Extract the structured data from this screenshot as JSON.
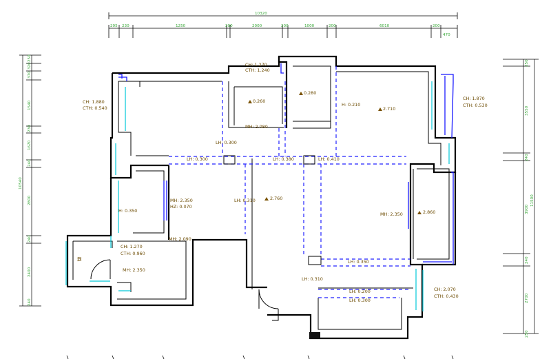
{
  "top_dims": {
    "total": "10320",
    "segments": [
      "295",
      "230",
      "1250",
      "200",
      "2000",
      "200",
      "1000",
      "200",
      "6010",
      "200",
      "470"
    ]
  },
  "left_dims": {
    "total": "10540",
    "segments": [
      "250",
      "320",
      "370",
      "1540",
      "230",
      "1670",
      "240",
      "2800",
      "240",
      "2400",
      "240"
    ]
  },
  "right_dims": {
    "total": "11500",
    "segments": [
      "250",
      "3550",
      "240",
      "3900",
      "240",
      "2700",
      "250"
    ]
  },
  "notes": {
    "ch_1880": "CH: 1.880",
    "cth_0540": "CTH: 0.540",
    "ch_1270_top": "CH: 1.270",
    "cth_1240": "CTH: 1.240",
    "lv_0260": "0.260",
    "lv_0280": "0.280",
    "h_0210": "H: 0.210",
    "lv_2710": "2.710",
    "ch_1870": "CH: 1.870",
    "cth_0530": "CTH: 0.530",
    "mh_2080_top": "MH: 2.080",
    "lh_0300": "LH: 0.300",
    "lh_0300b": "LH: 0.300",
    "lh_0380": "LH: 0.380",
    "lh_0410": "LH: 0.410",
    "mh_2350_left": "MH: 2.350",
    "hz_0070": "HZ: 0.070",
    "lh_0310": "LH: 0.310",
    "lv_2760": "2.760",
    "mh_2350_right": "MH: 2.350",
    "lv_2860": "2.860",
    "h_0350": "H: 0.350",
    "mh_2090": "MH: 2.090",
    "ch_1270_bottom": "CH: 1.270",
    "cth_0960": "CTH: 0.960",
    "mh_2350_bottom": "MH: 2.350",
    "lh_0350": "LH: 0.350",
    "lh_0310b": "LH: 0.310",
    "lh_0200": "LH: 0.200",
    "lh_0300c": "LH: 0.300",
    "ch_2070": "CH: 2.070",
    "cth_0430": "CTH: 0.430",
    "small": "器"
  }
}
